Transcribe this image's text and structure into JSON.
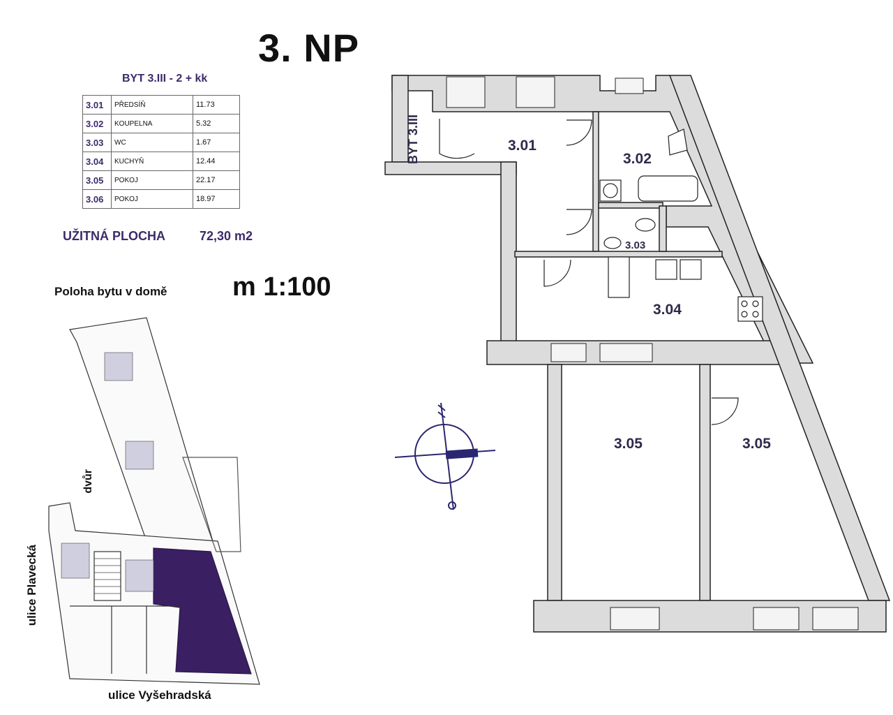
{
  "header": {
    "title": "3. NP",
    "apartment": "BYT 3.III - 2 + kk"
  },
  "rooms": [
    {
      "num": "3.01",
      "name": "PŘEDSÍŇ",
      "area": "11.73"
    },
    {
      "num": "3.02",
      "name": "KOUPELNA",
      "area": "5.32"
    },
    {
      "num": "3.03",
      "name": "WC",
      "area": "1.67"
    },
    {
      "num": "3.04",
      "name": "KUCHYŇ",
      "area": "12.44"
    },
    {
      "num": "3.05",
      "name": "POKOJ",
      "area": "22.17"
    },
    {
      "num": "3.06",
      "name": "POKOJ",
      "area": "18.97"
    }
  ],
  "usable": {
    "label": "UŽITNÁ PLOCHA",
    "value": "72,30 m2"
  },
  "location": {
    "label": "Poloha bytu v domě",
    "scale": "m 1:100",
    "street_bottom": "ulice Vyšehradská",
    "street_side": "ulice Plavecká",
    "courtyard": "dvůr"
  },
  "plan_labels": {
    "r301": "3.01",
    "r302": "3.02",
    "r303": "3.03",
    "r304": "3.04",
    "r305a": "3.05",
    "r305b": "3.05",
    "byt": "BYT 3.III"
  },
  "colors": {
    "accent": "#3d2a6a",
    "wall_fill": "#dcdcdc",
    "highlight": "#3b1f63"
  }
}
